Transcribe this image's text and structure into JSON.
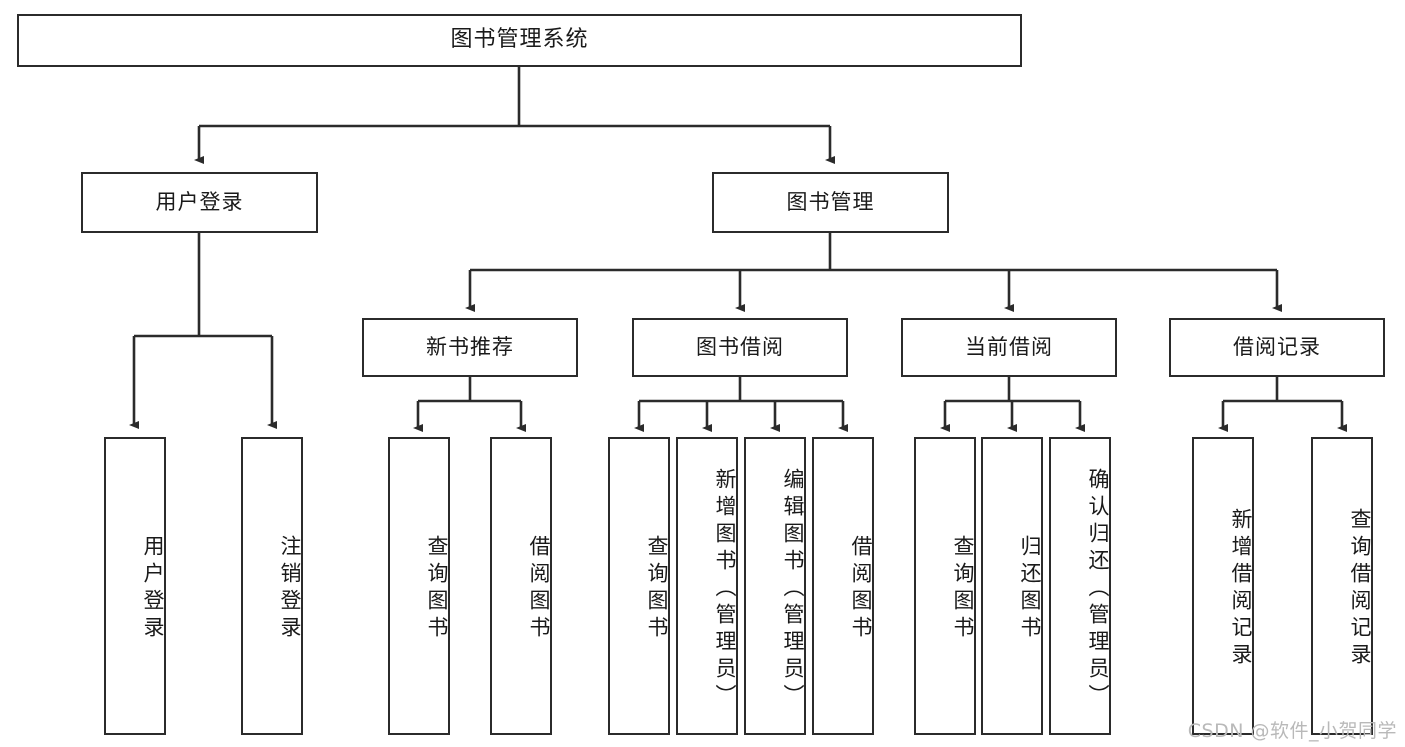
{
  "diagram": {
    "title": "图书管理系统",
    "type": "tree",
    "orientation": "top-down",
    "colors": {
      "box_border": "#2b2b2b",
      "box_fill": "#ffffff",
      "connector": "#2b2b2b",
      "text": "#1a1a1a",
      "background": "#ffffff",
      "watermark": "#b9b9b9"
    },
    "root": {
      "label": "图书管理系统"
    },
    "level2": [
      {
        "label": "用户登录"
      },
      {
        "label": "图书管理"
      }
    ],
    "level3": [
      {
        "label": "新书推荐"
      },
      {
        "label": "图书借阅"
      },
      {
        "label": "当前借阅"
      },
      {
        "label": "借阅记录"
      }
    ],
    "leaves": {
      "user_login": [
        {
          "label": "用户登录"
        },
        {
          "label": "注销登录"
        }
      ],
      "new_book_recommend": [
        {
          "label": "查询图书"
        },
        {
          "label": "借阅图书"
        }
      ],
      "book_borrow": [
        {
          "label": "查询图书"
        },
        {
          "label": "新增图书（管理员）"
        },
        {
          "label": "编辑图书（管理员）"
        },
        {
          "label": "借阅图书"
        }
      ],
      "current_borrow": [
        {
          "label": "查询图书"
        },
        {
          "label": "归还图书"
        },
        {
          "label": "确认归还（管理员）"
        }
      ],
      "borrow_record": [
        {
          "label": "新增借阅记录"
        },
        {
          "label": "查询借阅记录"
        }
      ]
    }
  },
  "watermark": {
    "text": "CSDN @软件_小贺同学"
  }
}
